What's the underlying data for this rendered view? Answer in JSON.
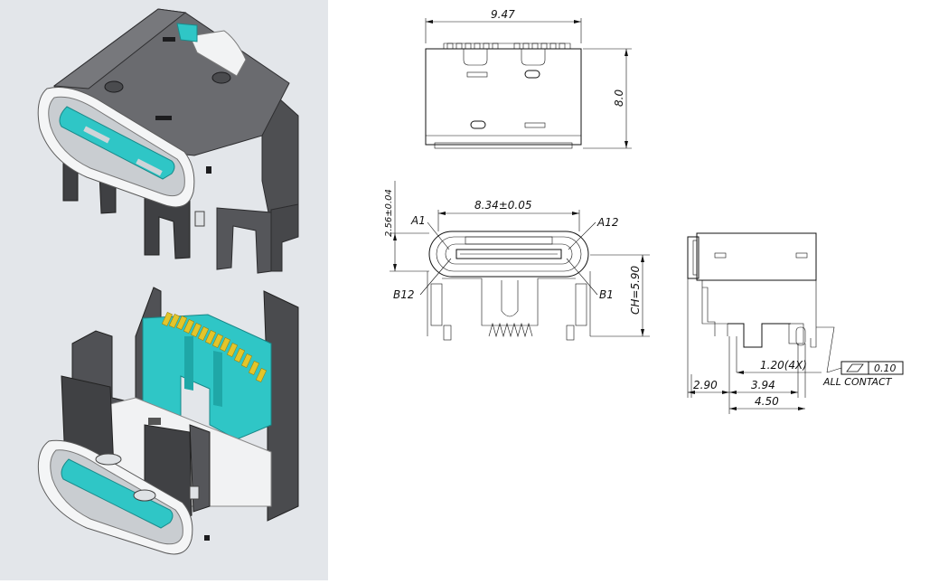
{
  "colors": {
    "panel_bg": "#e3e6ea",
    "body_gray": "#5a5b5e",
    "body_light": "#f4f5f6",
    "teal": "#2fc6c6",
    "pin_gold": "#e3c52a",
    "line": "#111111"
  },
  "views": {
    "top": {
      "width_dim": "9.47",
      "height_dim": "8.0"
    },
    "front": {
      "opening_dim": "8.34±0.05",
      "offset_dim": "2.56±0.04",
      "ch_dim": "CH=5.90",
      "labels": {
        "a1": "A1",
        "a12": "A12",
        "b12": "B12",
        "b1": "B1"
      }
    },
    "side": {
      "dim_120": "1.20(4X)",
      "dim_290": "2.90",
      "dim_394": "3.94",
      "dim_450": "4.50",
      "flatness_value": "0.10",
      "flatness_note": "ALL CONTACT"
    }
  }
}
